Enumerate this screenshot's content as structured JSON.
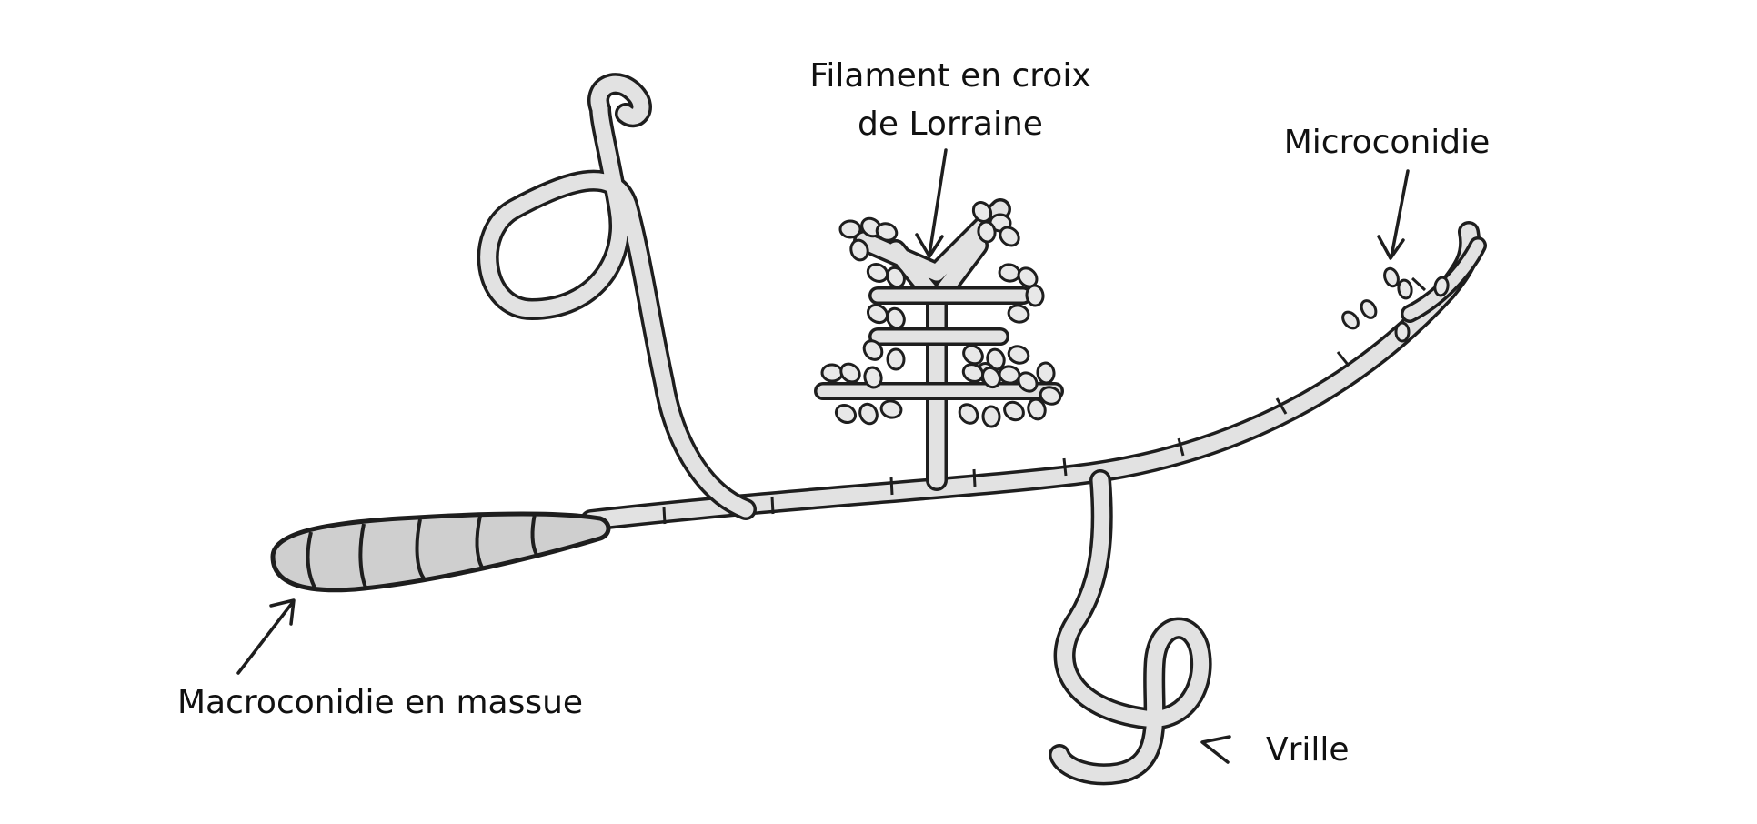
{
  "diagram": {
    "labels": {
      "filament_line1": "Filament en croix",
      "filament_line2": "de Lorraine",
      "microconidie": "Microconidie",
      "macroconidie": "Macroconidie en massue",
      "vrille": "Vrille"
    },
    "colors": {
      "ink": "#1e1e1e",
      "hypha_fill": "#e2e2e2",
      "macroconidie_fill": "#cfcfcf",
      "background": "#ffffff"
    }
  }
}
